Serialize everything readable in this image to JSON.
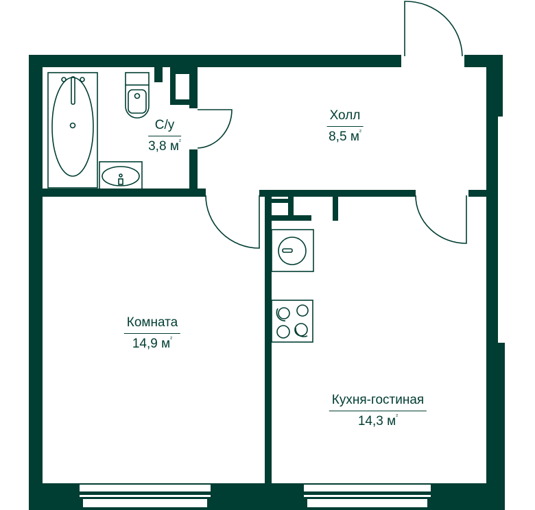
{
  "rooms": [
    {
      "name": "С/у",
      "area": "3,8",
      "unit": "м",
      "unit_sup": "²"
    },
    {
      "name": "Холл",
      "area": "8,5",
      "unit": "м",
      "unit_sup": "²"
    },
    {
      "name": "Комната",
      "area": "14,9",
      "unit": "м",
      "unit_sup": "²"
    },
    {
      "name": "Кухня-гостиная",
      "area": "14,3",
      "unit": "м",
      "unit_sup": "²"
    }
  ],
  "colors": {
    "wall": "#003d32",
    "background": "#ffffff"
  }
}
